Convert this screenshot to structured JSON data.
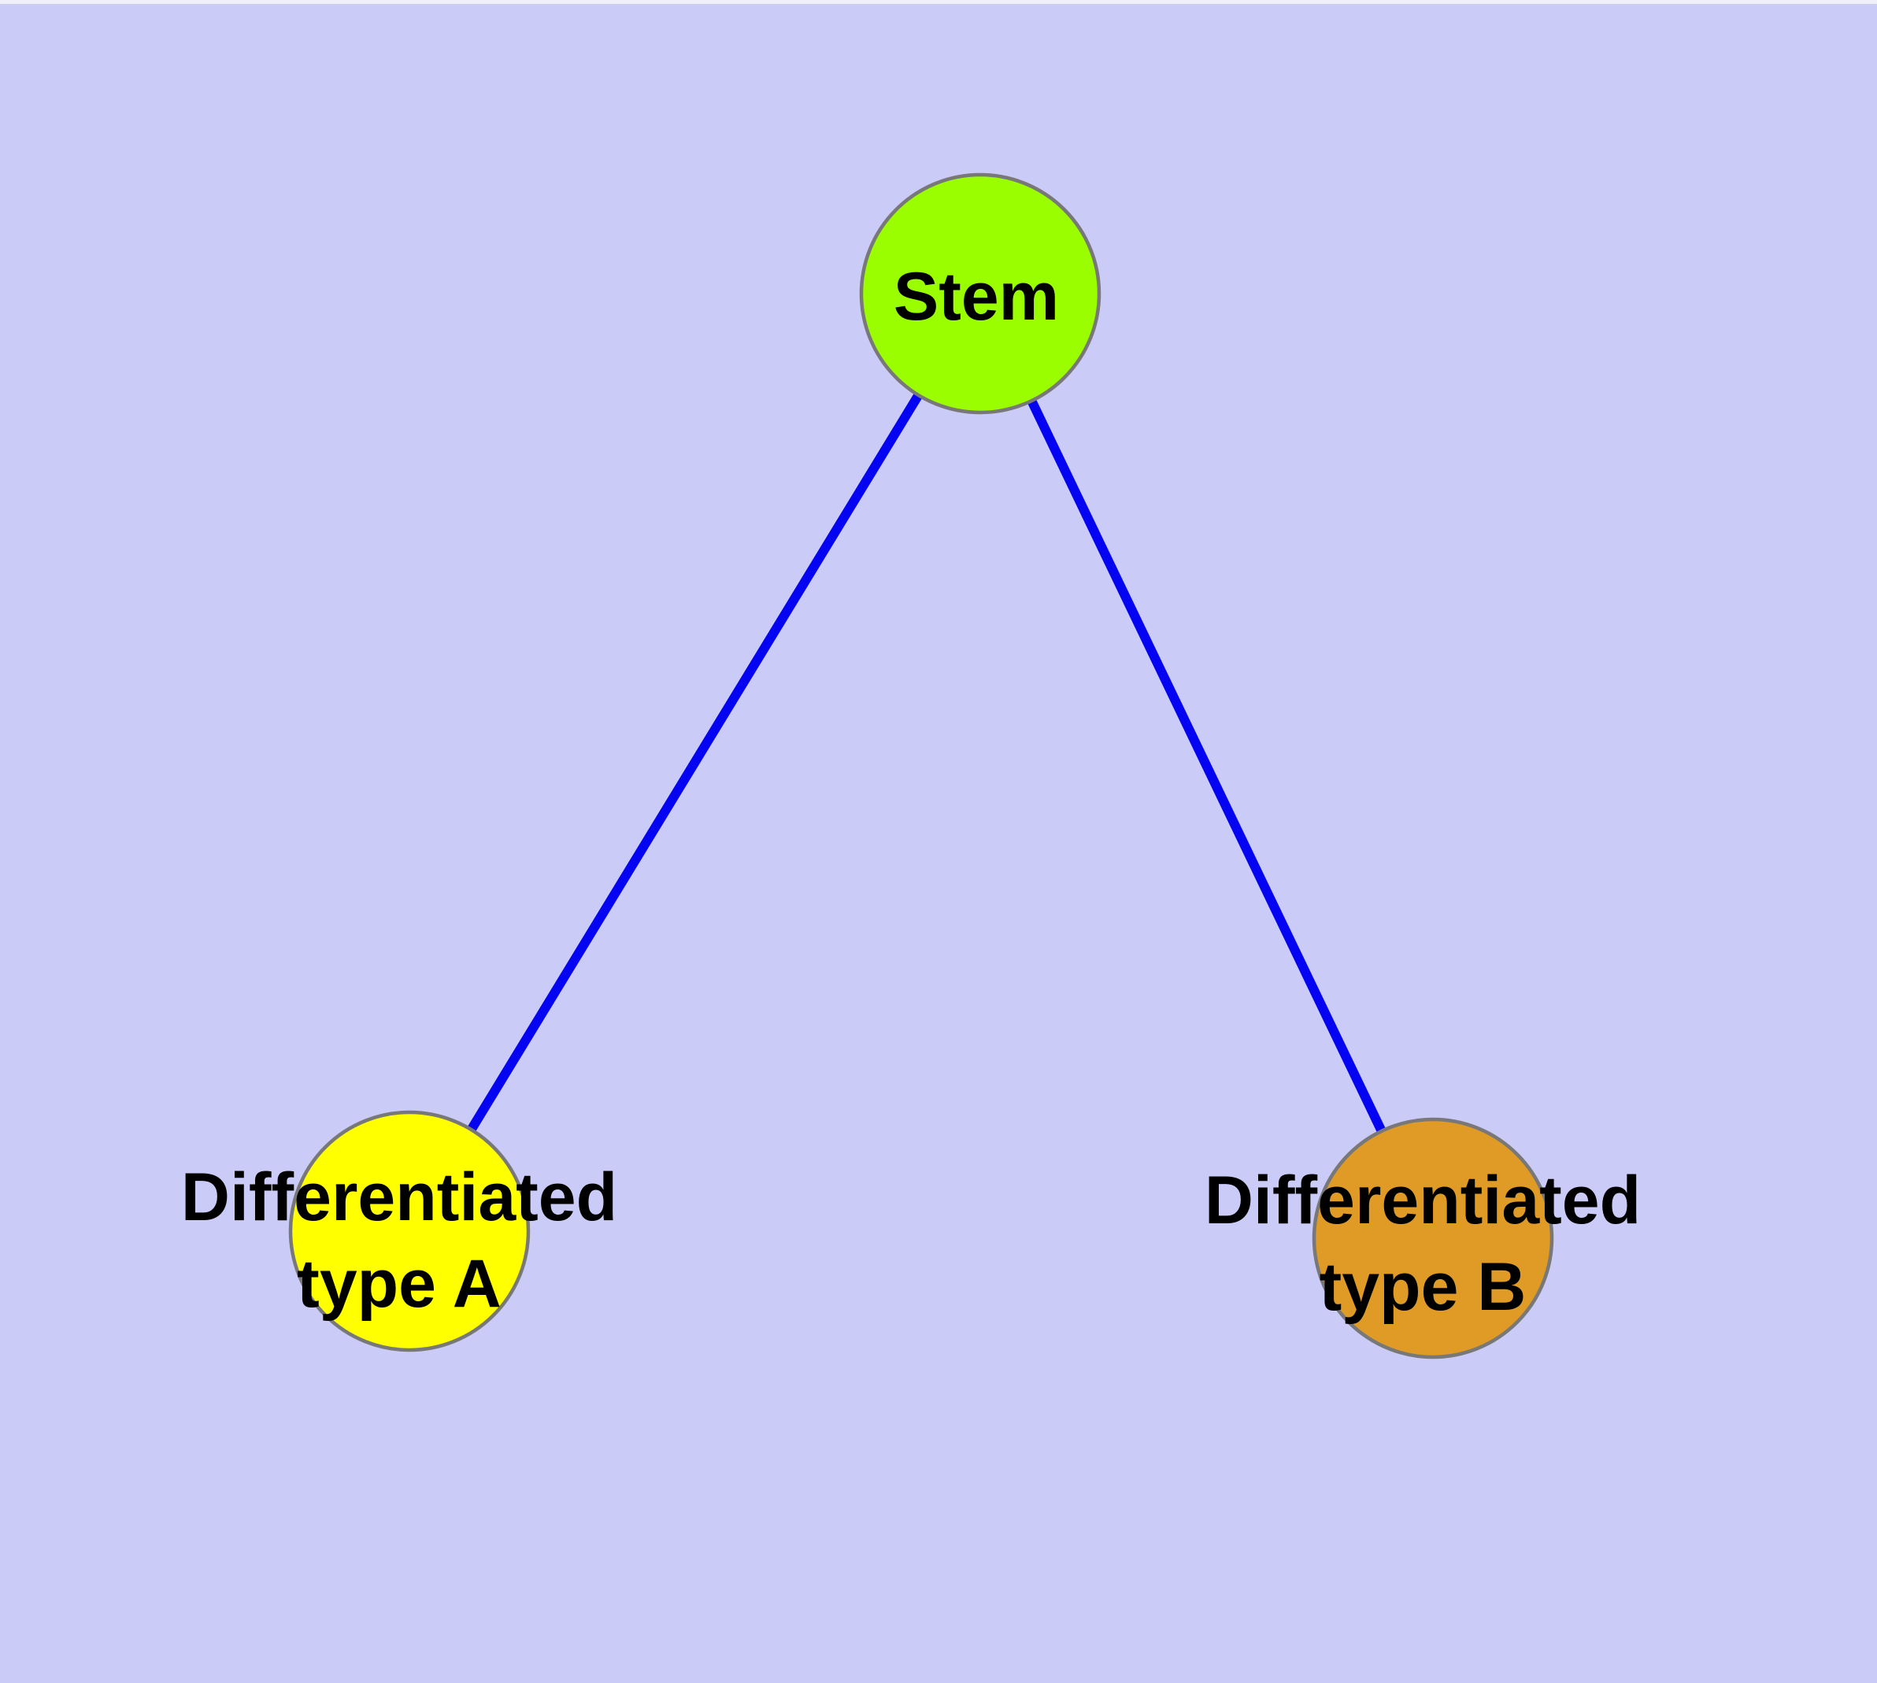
{
  "diagram": {
    "background": "#CBCBF8",
    "top_edge_strip_color": "#F0F0FA",
    "edge_color": "#0404F2",
    "node_border_color": "#787878",
    "label_color": "#000000",
    "nodes": [
      {
        "id": "stem",
        "label_lines": [
          "Stem"
        ],
        "color": "#9AFE00"
      },
      {
        "id": "type-a",
        "label_lines": [
          "Differentiated",
          "type A"
        ],
        "color": "#FFFF00"
      },
      {
        "id": "type-b",
        "label_lines": [
          "Differentiated",
          "type B"
        ],
        "color": "#E09A26"
      }
    ],
    "edges": [
      {
        "from": "stem",
        "to": "type-a"
      },
      {
        "from": "stem",
        "to": "type-b"
      }
    ]
  }
}
